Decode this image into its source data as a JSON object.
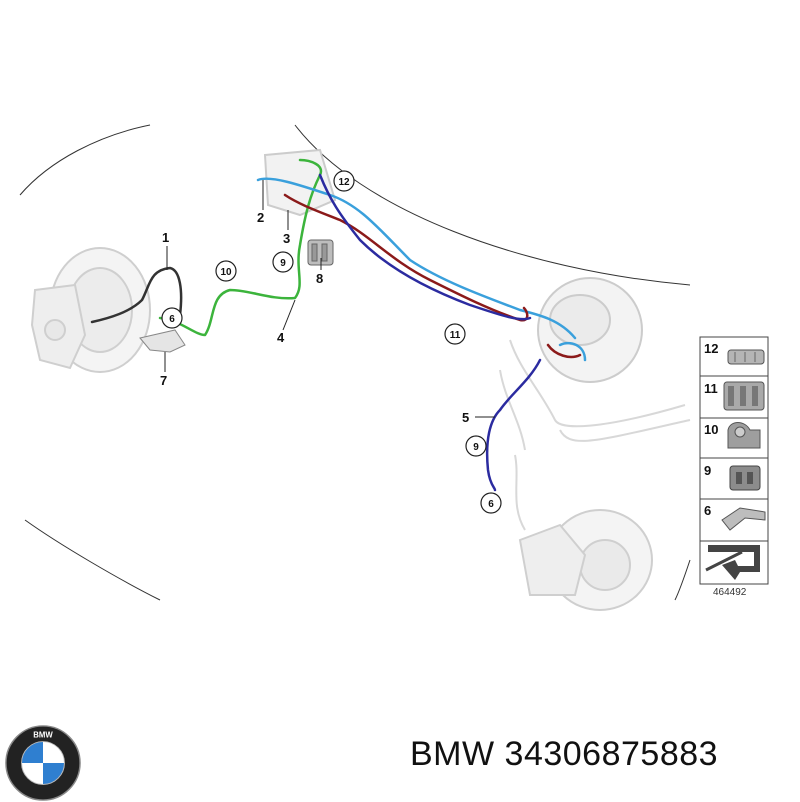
{
  "diagram": {
    "callouts": {
      "c1": "1",
      "c2": "2",
      "c3": "3",
      "c4": "4",
      "c5": "5",
      "c6a": "6",
      "c6b": "6",
      "c7": "7",
      "c8": "8",
      "c9a": "9",
      "c9b": "9",
      "c10": "10",
      "c11": "11",
      "c12": "12"
    },
    "legend": {
      "items": [
        {
          "num": "12",
          "icon": "clip-12-icon"
        },
        {
          "num": "11",
          "icon": "clip-11-icon"
        },
        {
          "num": "10",
          "icon": "clip-10-icon"
        },
        {
          "num": "9",
          "icon": "clip-9-icon"
        },
        {
          "num": "6",
          "icon": "bracket-6-icon"
        }
      ],
      "arrow_icon": "direction-arrow-icon"
    },
    "drawing_number": "464492",
    "colors": {
      "green_line": "#3cb43c",
      "blue_line": "#3aa0dc",
      "red_line": "#8b1a1a",
      "navy_line": "#2b2ba0"
    }
  },
  "logo": {
    "letters": "BMW",
    "icon": "bmw-logo"
  },
  "footer": {
    "brand": "BMW",
    "part_number": "34306875883"
  }
}
